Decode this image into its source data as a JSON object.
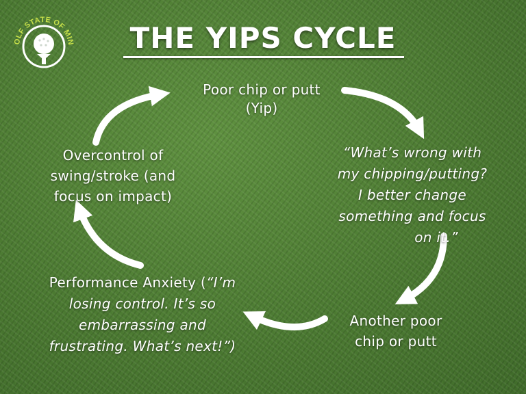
{
  "title": "THE YIPS CYCLE",
  "logo": {
    "text": "GOLF STATE OF MIND",
    "icon": "golf-ball-on-tee-icon"
  },
  "nodes": {
    "top": [
      "Poor chip or putt",
      "(Yip)"
    ],
    "right": [
      "“What’s wrong with",
      "my chipping/putting?",
      "I better change",
      "something and focus",
      "on it.”"
    ],
    "bottom_right": [
      "Another poor",
      "chip or putt"
    ],
    "bottom_left": {
      "line1_plain": "Performance Anxiety (",
      "line1_italic": "“I’m",
      "line2": "losing control. It’s so",
      "line3": "embarrassing and",
      "line4": "frustrating. What’s next!”)"
    },
    "left": [
      "Overcontrol of",
      "swing/stroke (and",
      "focus on impact)"
    ]
  },
  "colors": {
    "text": "#ffffff",
    "arrow": "#ffffff",
    "grass": "#4f7f35"
  }
}
